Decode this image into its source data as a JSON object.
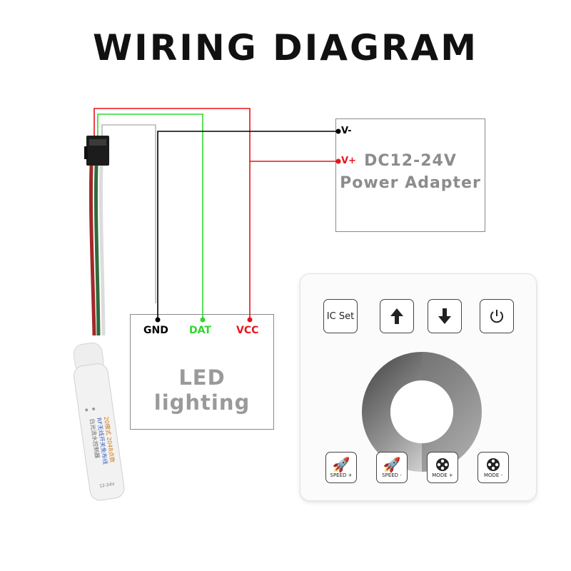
{
  "title": "WIRING DIAGRAM",
  "adapter": {
    "line1": "DC12-24V",
    "line2": "Power Adapter",
    "neg": "V-",
    "pos": "V+"
  },
  "led": {
    "line1": "LED",
    "line2": "lighting",
    "pins": [
      "GND",
      "DAT",
      "VCC"
    ]
  },
  "colors": {
    "gnd": "#000000",
    "dat": "#2ed82e",
    "vcc": "#e8141b",
    "label_grey": "#8c8c8c"
  },
  "controller": {
    "text": [
      "白光流水控制器",
      "RF无线开关免布线",
      "20模式 2048点数",
      "12-24V"
    ]
  },
  "panel": {
    "top_buttons": [
      {
        "icon": "ic-set",
        "label": "IC Set"
      },
      {
        "icon": "arrow-up-icon",
        "label": ""
      },
      {
        "icon": "arrow-down-icon",
        "label": ""
      },
      {
        "icon": "power-icon",
        "label": ""
      }
    ],
    "bottom_buttons": [
      {
        "icon": "rocket-icon",
        "label": "SPEED +"
      },
      {
        "icon": "rocket-icon",
        "label": "SPEED -"
      },
      {
        "icon": "film-reel-icon",
        "label": "MODE +"
      },
      {
        "icon": "film-reel-icon",
        "label": "MODE -"
      }
    ]
  }
}
